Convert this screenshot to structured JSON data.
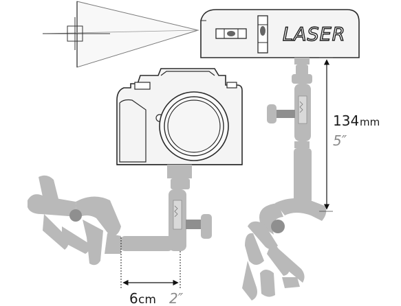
{
  "laser": {
    "label": "LASER"
  },
  "dimensions": {
    "height_metric_value": "134",
    "height_metric_unit": "mm",
    "height_imperial": "5″",
    "width_metric_value": "6",
    "width_metric_unit": "cm",
    "width_imperial": "2″"
  },
  "colors": {
    "outline": "#2a2a2a",
    "clamp_gray": "#b9b9b9",
    "clamp_dark": "#8f8f8f"
  }
}
